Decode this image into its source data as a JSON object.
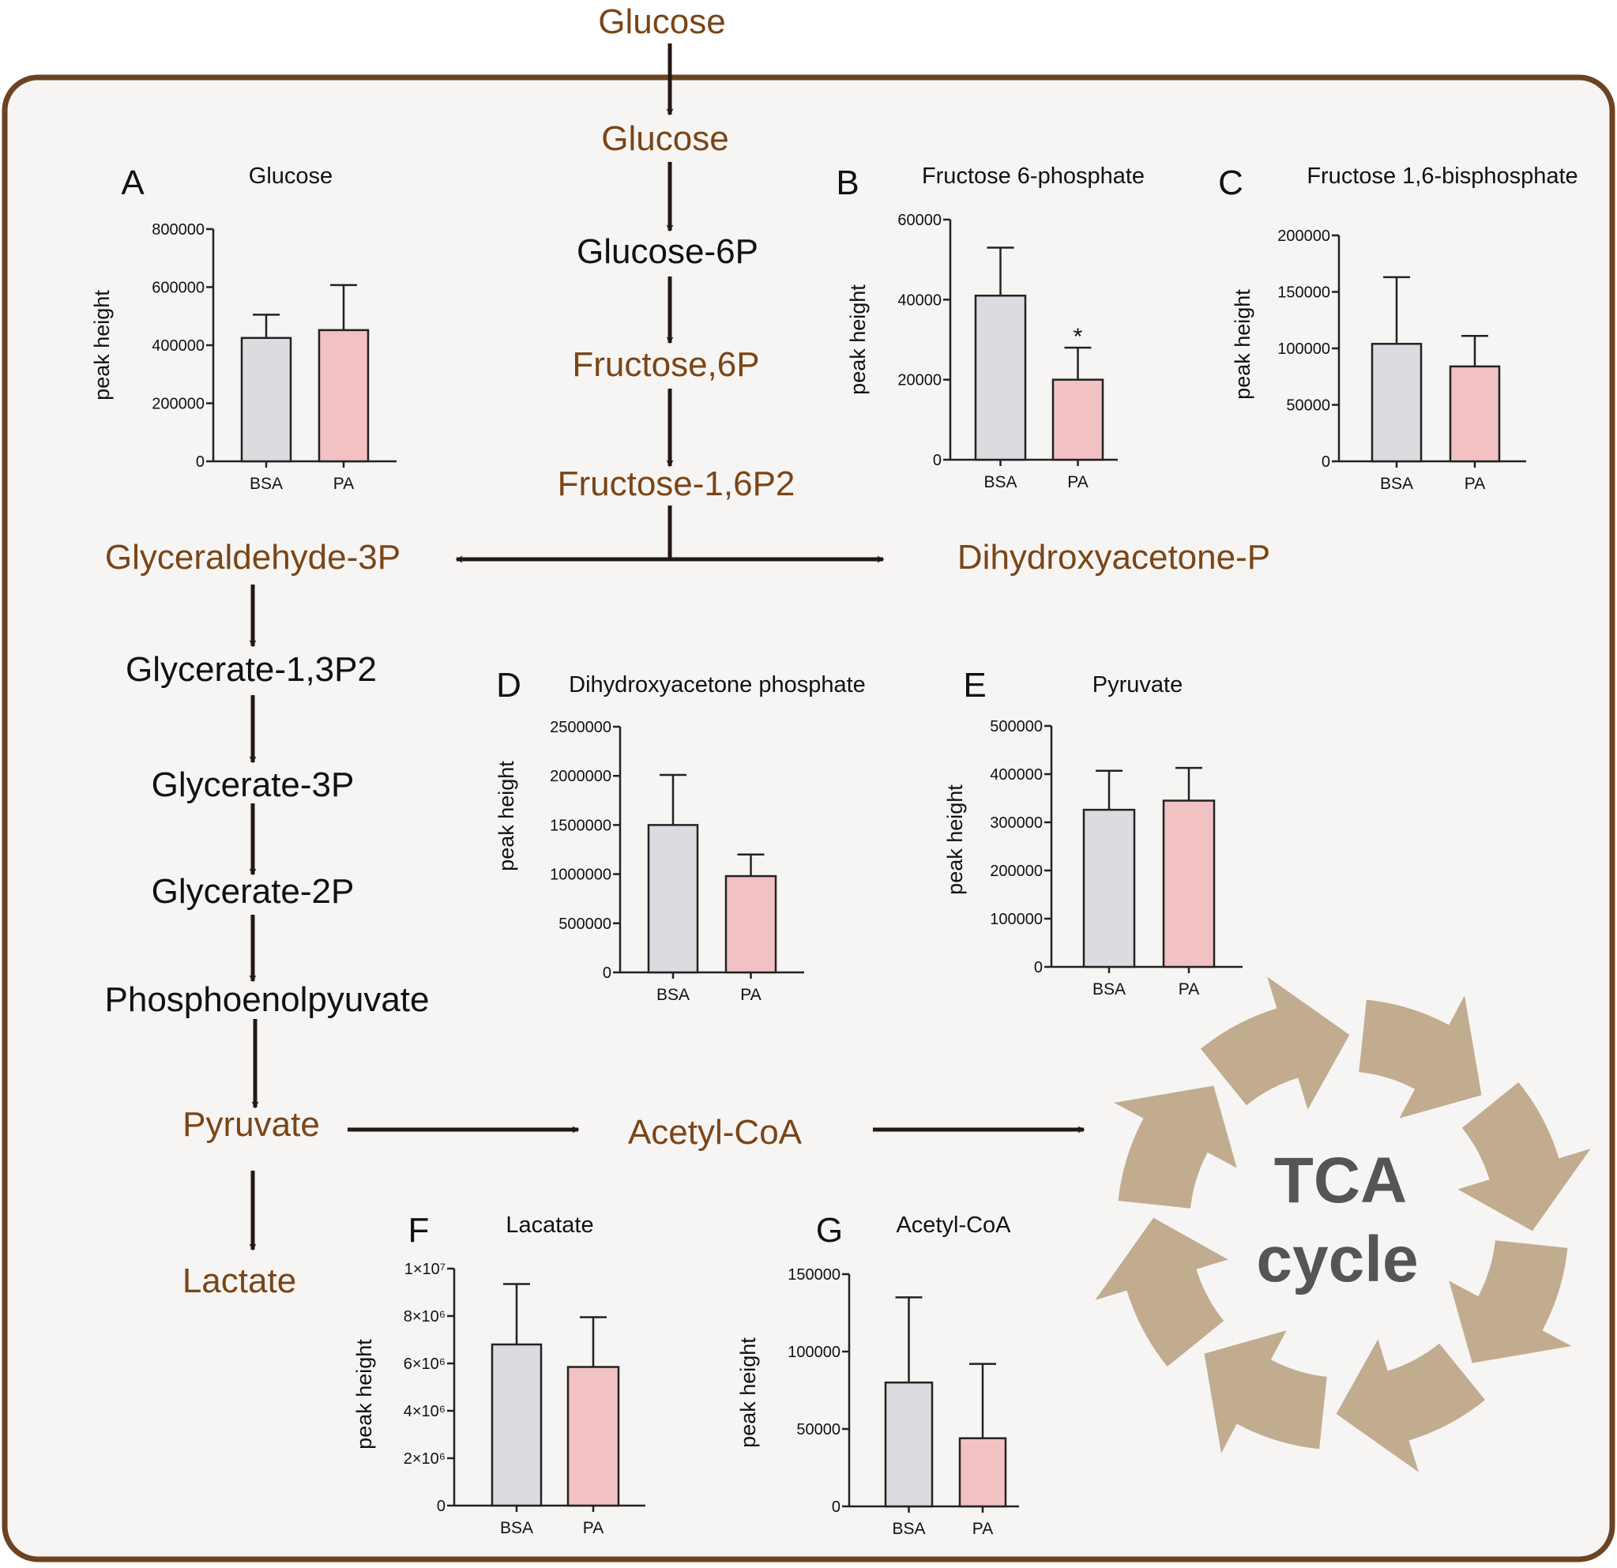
{
  "colors": {
    "frame": "#6b4322",
    "panel": "#f6f5f3",
    "brown_text": "#7a4517",
    "black_text": "#111111",
    "arrow": "#231815",
    "bsa_bar": "#dcdbe0",
    "pa_bar": "#f2c1c4",
    "tca": "#c1ac90",
    "tca_text": "#555555"
  },
  "pathway": {
    "glucose_outside": "Glucose",
    "glucose": "Glucose",
    "glucose_6p": "Glucose-6P",
    "fructose_6p": "Fructose,6P",
    "fructose_16p2": "Fructose-1,6P2",
    "glyceraldehyde_3p": "Glyceraldehyde-3P",
    "dihydroxyacetone_p": "Dihydroxyacetone-P",
    "glycerate_13p2": "Glycerate-1,3P2",
    "glycerate_3p": "Glycerate-3P",
    "glycerate_2p": "Glycerate-2P",
    "phosphoenolpyruvate": "Phosphoenolpyuvate",
    "pyruvate": "Pyruvate",
    "acetyl_coa": "Acetyl-CoA",
    "lactate": "Lactate"
  },
  "tca": {
    "line1": "TCA",
    "line2": "cycle"
  },
  "chart_data": [
    {
      "panel": "A",
      "type": "bar",
      "title": "Glucose",
      "ylabel": "peak height",
      "categories": [
        "BSA",
        "PA"
      ],
      "values": [
        425000,
        452000
      ],
      "errors": [
        80000,
        155000
      ],
      "ylim": [
        0,
        800000
      ],
      "yticks": [
        0,
        200000,
        400000,
        600000,
        800000
      ],
      "yticklabels": [
        "0",
        "200000",
        "400000",
        "600000",
        "800000"
      ],
      "significance": [
        "",
        ""
      ]
    },
    {
      "panel": "B",
      "type": "bar",
      "title": "Fructose 6-phosphate",
      "ylabel": "peak height",
      "categories": [
        "BSA",
        "PA"
      ],
      "values": [
        41000,
        20000
      ],
      "errors": [
        12000,
        8000
      ],
      "ylim": [
        0,
        60000
      ],
      "yticks": [
        0,
        20000,
        40000,
        60000
      ],
      "yticklabels": [
        "0",
        "20000",
        "40000",
        "60000"
      ],
      "significance": [
        "",
        "*"
      ]
    },
    {
      "panel": "C",
      "type": "bar",
      "title": "Fructose 1,6-bisphosphate",
      "ylabel": "peak height",
      "categories": [
        "BSA",
        "PA"
      ],
      "values": [
        104000,
        84000
      ],
      "errors": [
        59000,
        27000
      ],
      "ylim": [
        0,
        200000
      ],
      "yticks": [
        0,
        50000,
        100000,
        150000,
        200000
      ],
      "yticklabels": [
        "0",
        "50000",
        "100000",
        "150000",
        "200000"
      ],
      "significance": [
        "",
        ""
      ]
    },
    {
      "panel": "D",
      "type": "bar",
      "title": "Dihydroxyacetone phosphate",
      "ylabel": "peak height",
      "categories": [
        "BSA",
        "PA"
      ],
      "values": [
        1500000,
        980000
      ],
      "errors": [
        510000,
        220000
      ],
      "ylim": [
        0,
        2500000
      ],
      "yticks": [
        0,
        500000,
        1000000,
        1500000,
        2000000,
        2500000
      ],
      "yticklabels": [
        "0",
        "500000",
        "1000000",
        "1500000",
        "2000000",
        "2500000"
      ],
      "significance": [
        "",
        ""
      ]
    },
    {
      "panel": "E",
      "type": "bar",
      "title": "Pyruvate",
      "ylabel": "peak height",
      "categories": [
        "BSA",
        "PA"
      ],
      "values": [
        326000,
        345000
      ],
      "errors": [
        81000,
        68000
      ],
      "ylim": [
        0,
        500000
      ],
      "yticks": [
        0,
        100000,
        200000,
        300000,
        400000,
        500000
      ],
      "yticklabels": [
        "0",
        "100000",
        "200000",
        "300000",
        "400000",
        "500000"
      ],
      "significance": [
        "",
        ""
      ]
    },
    {
      "panel": "F",
      "type": "bar",
      "title": "Lacatate",
      "ylabel": "peak height",
      "categories": [
        "BSA",
        "PA"
      ],
      "values": [
        6800000,
        5850000
      ],
      "errors": [
        2550000,
        2100000
      ],
      "ylim": [
        0,
        10000000
      ],
      "yticks": [
        0,
        2000000,
        4000000,
        6000000,
        8000000,
        10000000
      ],
      "yticklabels": [
        "0",
        "2×10⁶",
        "4×10⁶",
        "6×10⁶",
        "8×10⁶",
        "1×10⁷"
      ],
      "significance": [
        "",
        ""
      ]
    },
    {
      "panel": "G",
      "type": "bar",
      "title": "Acetyl-CoA",
      "ylabel": "peak height",
      "categories": [
        "BSA",
        "PA"
      ],
      "values": [
        80000,
        44000
      ],
      "errors": [
        55000,
        48000
      ],
      "ylim": [
        0,
        150000
      ],
      "yticks": [
        0,
        50000,
        100000,
        150000
      ],
      "yticklabels": [
        "0",
        "50000",
        "100000",
        "150000"
      ],
      "significance": [
        "",
        ""
      ]
    }
  ]
}
